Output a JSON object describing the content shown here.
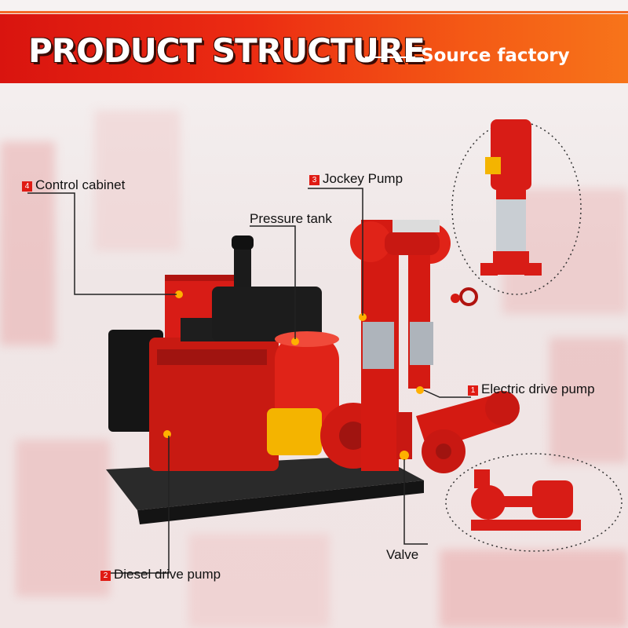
{
  "banner": {
    "title": "PRODUCT STRUCTURE",
    "subtitle": "Source factory"
  },
  "labels": {
    "control_cabinet": {
      "num": "4",
      "text": "Control cabinet"
    },
    "jockey_pump": {
      "num": "3",
      "text": "Jockey Pump"
    },
    "pressure_tank": {
      "text": "Pressure tank"
    },
    "electric_drive_pump": {
      "num": "1",
      "text": "Electric drive pump"
    },
    "diesel_drive_pump": {
      "num": "2",
      "text": "Diesel drive pump"
    },
    "valve": {
      "text": "Valve"
    }
  },
  "colors": {
    "brand_red": "#e01b14",
    "banner_orange": "#f7741a",
    "pump_red": "#d41a12"
  }
}
